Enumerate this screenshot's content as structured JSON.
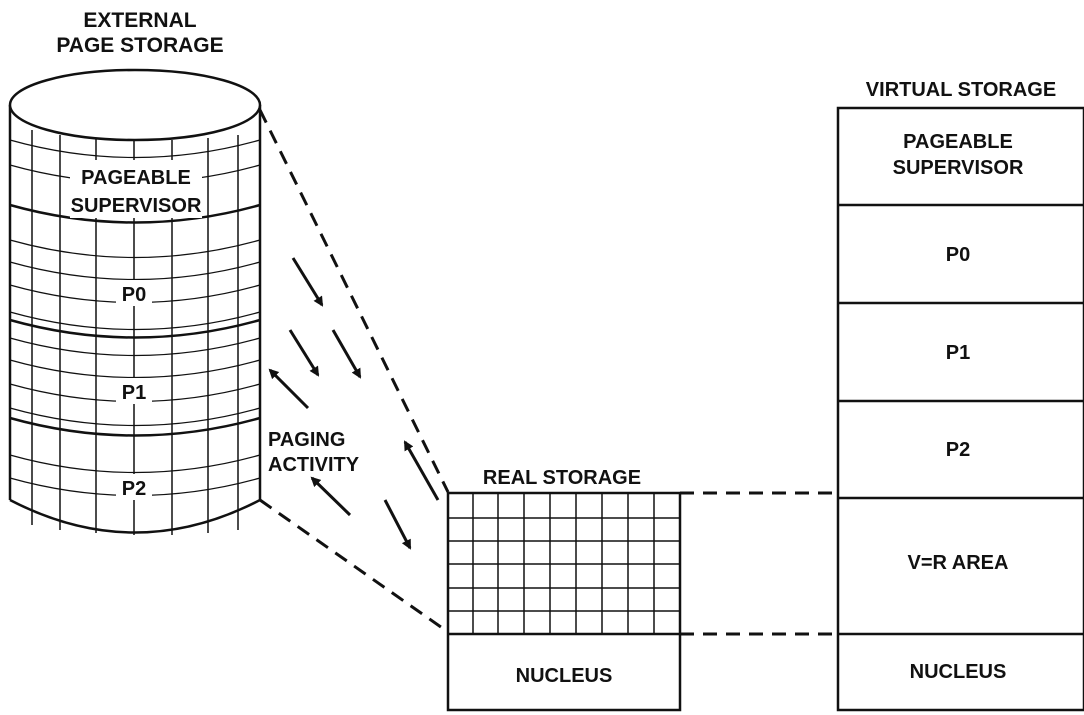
{
  "external_storage": {
    "title_line1": "EXTERNAL",
    "title_line2": "PAGE STORAGE",
    "segments": [
      "PAGEABLE SUPERVISOR",
      "P0",
      "P1",
      "P2"
    ]
  },
  "paging_activity": {
    "line1": "PAGING",
    "line2": "ACTIVITY"
  },
  "real_storage": {
    "title": "REAL STORAGE",
    "nucleus": "NUCLEUS"
  },
  "virtual_storage": {
    "title": "VIRTUAL STORAGE",
    "blocks": [
      "PAGEABLE SUPERVISOR",
      "P0",
      "P1",
      "P2",
      "V=R AREA",
      "NUCLEUS"
    ]
  }
}
